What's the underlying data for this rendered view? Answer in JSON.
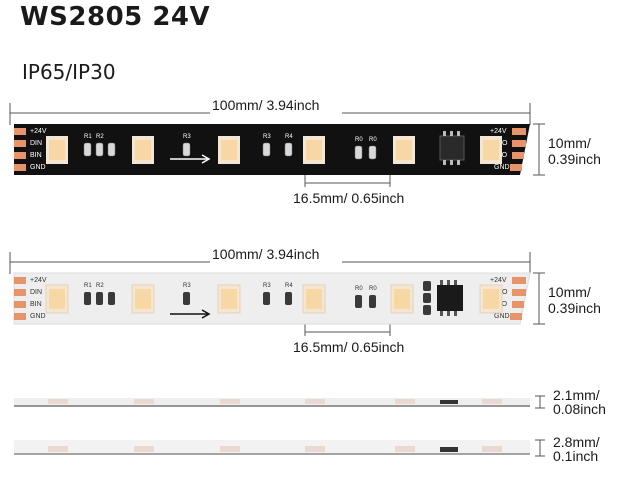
{
  "header": {
    "title": "WS2805 24V",
    "subtitle": "IP65/IP30"
  },
  "strips": [
    {
      "length_label": "100mm/ 3.94inch",
      "width_label_1": "10mm/",
      "width_label_2": "0.39inch",
      "pitch_label": "16.5mm/ 0.65inch",
      "pcb_color": "#111111",
      "left_pads": [
        "+24V",
        "DIN",
        "BIN",
        "GND"
      ],
      "right_pads": [
        "+24V",
        "DO",
        "BO",
        "GND"
      ],
      "resistor_labels": [
        "R1",
        "R2",
        "R3",
        "R3",
        "R4",
        "R0",
        "R0"
      ]
    },
    {
      "length_label": "100mm/ 3.94inch",
      "width_label_1": "10mm/",
      "width_label_2": "0.39inch",
      "pitch_label": "16.5mm/ 0.65inch",
      "pcb_color": "#eeeeee",
      "left_pads": [
        "+24V",
        "DIN",
        "BIN",
        "GND"
      ],
      "right_pads": [
        "+24V",
        "DO",
        "BO",
        "GND"
      ],
      "resistor_labels": [
        "R1",
        "R2",
        "R3",
        "R3",
        "R4",
        "R0",
        "R0"
      ]
    }
  ],
  "profiles": [
    {
      "thickness_1": "2.1mm/",
      "thickness_2": "0.08inch"
    },
    {
      "thickness_1": "2.8mm/",
      "thickness_2": "0.1inch"
    }
  ],
  "colors": {
    "pad": "#e8946a",
    "led_outer": "#f4e6d2",
    "led_inner": "#f7d8a4",
    "text": "#1a1a1a"
  }
}
